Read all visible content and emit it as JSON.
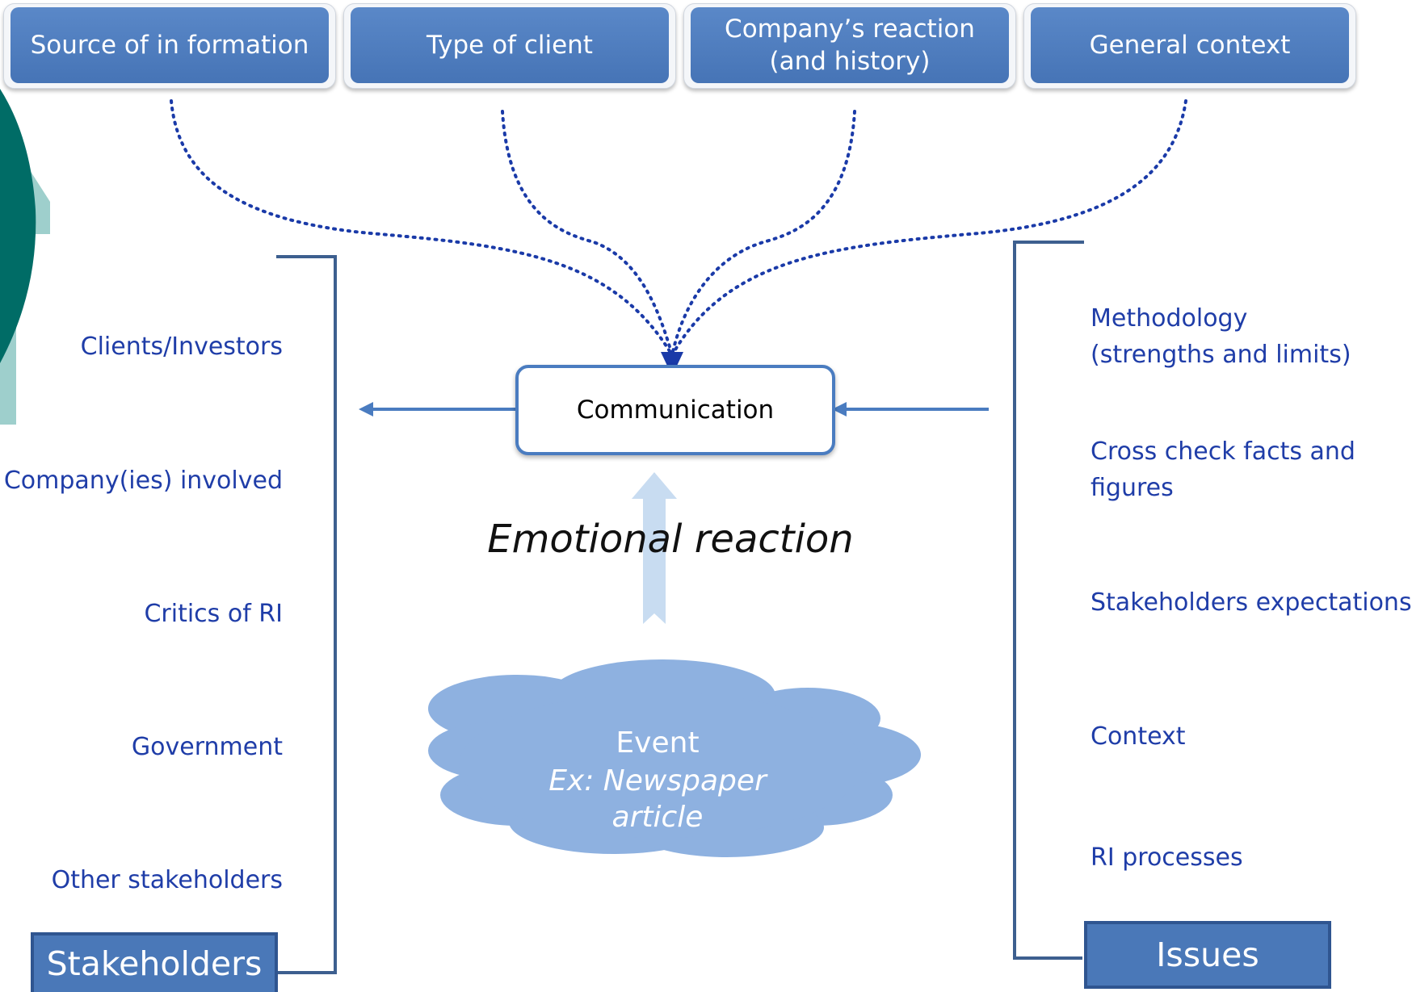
{
  "top_factors": [
    {
      "label": "Source of in formation"
    },
    {
      "label": "Type of client"
    },
    {
      "label": "Company’s reaction\n(and history)"
    },
    {
      "label": "General context"
    }
  ],
  "center": {
    "communication": "Communication",
    "emotional_reaction": "Emotional reaction",
    "event_title": "Event",
    "event_example": "Ex: Newspaper\narticle"
  },
  "stakeholders": {
    "title": "Stakeholders",
    "items": [
      "Clients/Investors",
      "Company(ies) involved",
      "Critics of RI",
      "Government",
      "Other stakeholders"
    ]
  },
  "issues": {
    "title": "Issues",
    "items": [
      "Methodology\n(strengths and limits)",
      "Cross check  facts and\nfigures",
      "Stakeholders expectations",
      "Context",
      "RI processes"
    ]
  },
  "colors": {
    "box_fill": "#4a7cc0",
    "text_blue": "#1f3da8",
    "bracket": "#3d5f8f",
    "cloud": "#8eb1e0",
    "teal": "#006c66",
    "light_teal": "#9ecfcc"
  }
}
